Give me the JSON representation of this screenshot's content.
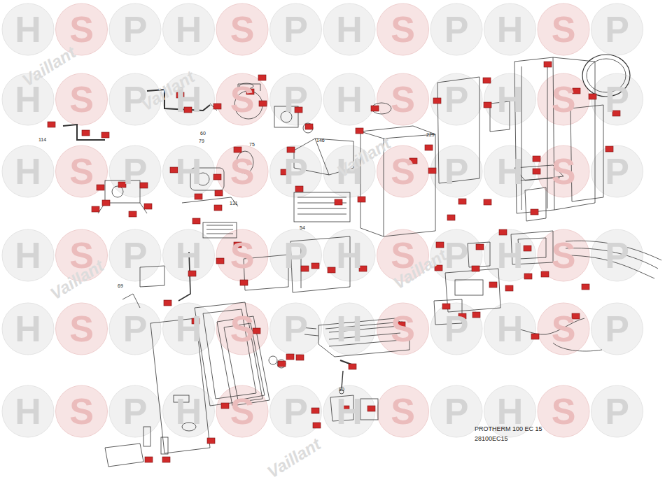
{
  "diagram": {
    "caption": "PROTHERM 100 EC 15",
    "labels": [
      "H",
      "S",
      "P",
      "H",
      "S",
      "P",
      "H",
      "S",
      "P",
      "H",
      "S",
      "P",
      "H",
      "S",
      "P",
      "H",
      "S",
      "P",
      "H",
      "S",
      "P",
      "H",
      "S",
      "P",
      "H",
      "S",
      "P",
      "H",
      "S",
      "P",
      "H",
      "S",
      "P",
      "H",
      "S",
      "P",
      "H",
      "S",
      "P",
      "H",
      "S",
      "P",
      "H",
      "S",
      "P",
      "H",
      "S",
      "P",
      "H",
      "S",
      "P",
      "H",
      "S",
      "P",
      "H",
      "S",
      "P",
      "H",
      "S",
      "P",
      "H",
      "S",
      "P",
      "H",
      "S",
      "P",
      "H",
      "S",
      "P",
      "H",
      "S",
      "P",
      "Vaillant",
      "Vaillant",
      "Vaillant",
      "Vaillant",
      "Vaillant",
      "Vaillant",
      "114",
      "60",
      "79",
      "75",
      "229",
      "131",
      "146",
      "54",
      "69",
      "80",
      "28100EC15"
    ]
  }
}
